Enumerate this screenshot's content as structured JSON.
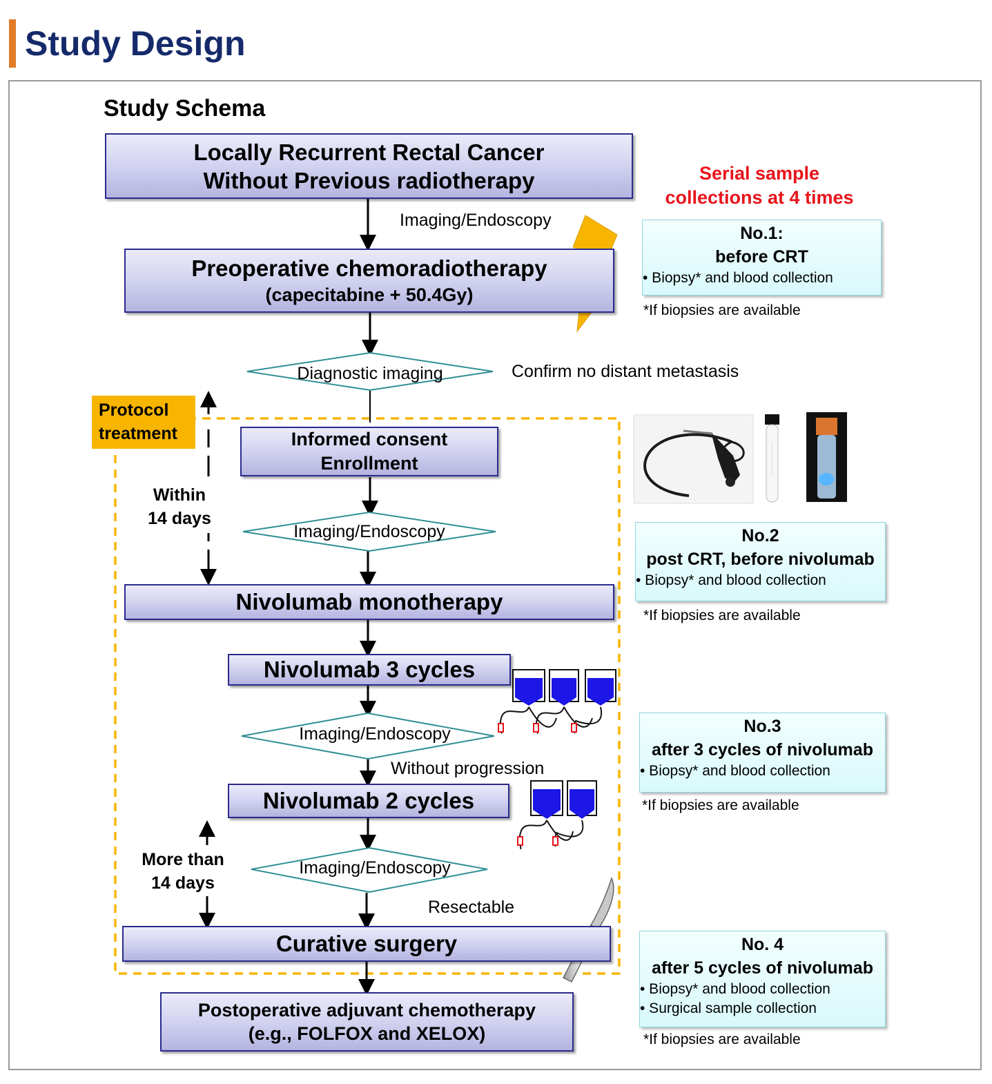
{
  "header": {
    "title": "Study Design"
  },
  "schema_title": "Study Schema",
  "flow": {
    "box1": {
      "line1": "Locally Recurrent Rectal Cancer",
      "line2": "Without Previous radiotherapy"
    },
    "label_imaging_endoscopy_1": "Imaging/Endoscopy",
    "box2": {
      "line1": "Preoperative chemoradiotherapy",
      "line2": "(capecitabine + 50.4Gy)"
    },
    "diamond1": "Diagnostic imaging",
    "label_confirm": "Confirm no distant metastasis",
    "box3": {
      "line1": "Informed consent",
      "line2": "Enrollment"
    },
    "diamond2": "Imaging/Endoscopy",
    "box4": "Nivolumab monotherapy",
    "box5": "Nivolumab 3 cycles",
    "diamond3": "Imaging/Endoscopy",
    "label_without_progression": "Without progression",
    "box6": "Nivolumab 2 cycles",
    "diamond4": "Imaging/Endoscopy",
    "label_resectable": "Resectable",
    "box7": "Curative surgery",
    "box8": {
      "line1": "Postoperative adjuvant chemotherapy",
      "line2": "(e.g., FOLFOX and XELOX)"
    }
  },
  "protocol": {
    "label_line1": "Protocol",
    "label_line2": "treatment",
    "within_line1": "Within",
    "within_line2": "14 days",
    "more_line1": "More than",
    "more_line2": "14 days"
  },
  "samples": {
    "heading_line1": "Serial sample",
    "heading_line2": "collections at 4 times",
    "no1": {
      "title": "No.1:",
      "subtitle": "before CRT",
      "bullet1": "•  Biopsy* and blood collection",
      "note": "*If biopsies are available"
    },
    "no2": {
      "title": "No.2",
      "subtitle": "post CRT, before nivolumab",
      "bullet1": "•  Biopsy* and blood collection",
      "note": "*If biopsies are available"
    },
    "no3": {
      "title": "No.3",
      "subtitle": "after 3 cycles of nivolumab",
      "bullet1": "•  Biopsy* and blood collection",
      "note": "*If biopsies are available"
    },
    "no4": {
      "title": "No. 4",
      "subtitle": "after 5 cycles of nivolumab",
      "bullet1": "•  Biopsy* and blood collection",
      "bullet2": "•  Surgical sample collection",
      "note": "*If biopsies are available"
    }
  },
  "colors": {
    "title": "#152a6a",
    "accent_bar": "#e07b27",
    "box_border": "#2a2a8c",
    "protocol_dash": "#f7b500",
    "diamond_stroke": "#2f8f94",
    "sample_heading": "#e8141b",
    "iv_bag": "#1c16e6",
    "lightning": "#f7b500"
  },
  "icons": [
    "lightning-icon",
    "endoscope-icon",
    "blood-tube-icon",
    "sample-tube-icon",
    "iv-bag-icon",
    "scalpel-icon"
  ]
}
